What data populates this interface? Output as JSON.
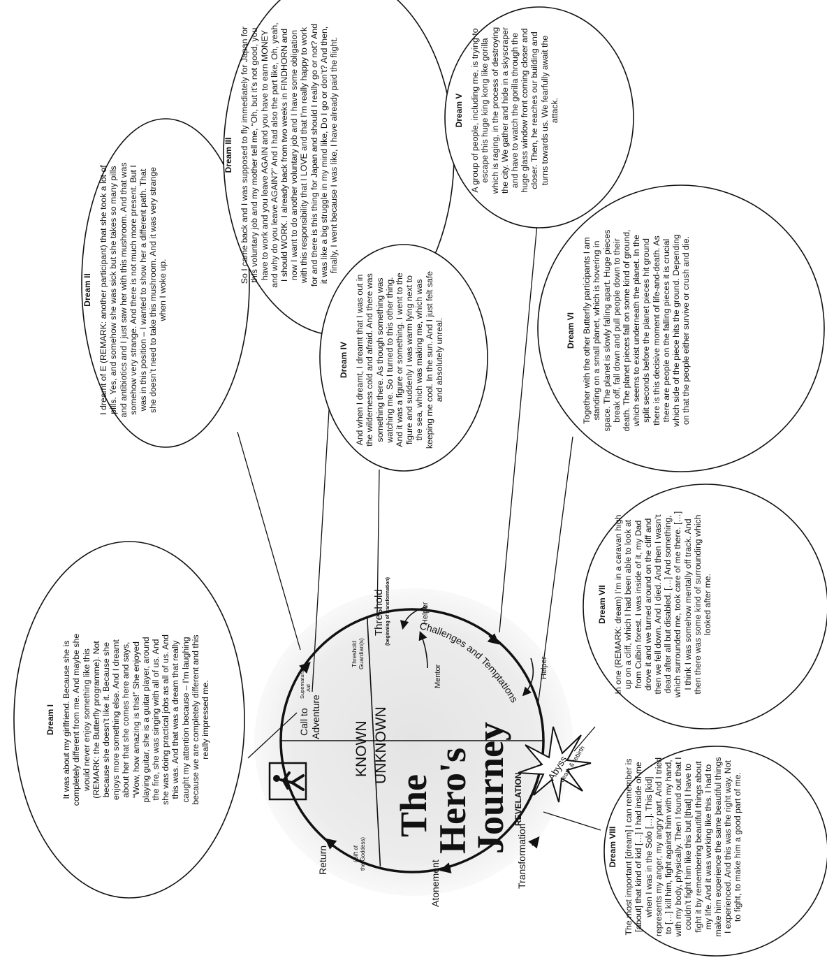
{
  "diagram": {
    "title_line1": "The",
    "title_line2": "Hero's",
    "title_line3": "Journey",
    "known": "KNOWN",
    "unknown": "UNKNOWN",
    "call_line1": "Call to",
    "call_line2": "Adventure",
    "aid_line1": "Supernatural",
    "aid_line2": "Aid",
    "guardian_line1": "Threshold",
    "guardian_line2": "Guardian(s)",
    "threshold": "Threshold",
    "threshold_sub": "(beginning of transformation)",
    "challenges": "Challenges and Temptations",
    "helper1": "Helper",
    "helper2": "Helper",
    "mentor": "Mentor",
    "revelation": "REVELATION",
    "abyss": "Abyss",
    "abyss_sub": "death & rebirth",
    "transformation": "Transformation",
    "atonement": "Atonement",
    "return": "Return",
    "gift_line1": "(Gift of",
    "gift_line2": "the Goddess)"
  },
  "dreams": [
    {
      "title": "Dream I",
      "text": "It was about my girlfriend. Because she is completely different from me. And maybe she would never enjoy something like this (REMARK: the Butterfly programme). Not because she doesn’t like it. Because she enjoys more something else. And I dreamt about her that she comes here and says, “Wow, how amazing is this!” She enjoyed playing guitar, she is a guitar player, around the fire, she was singing with all of us. And she was doing practical jobs as all of us. And this was. And that was a dream that really caught my attention because – I’m laughing because we are completely different and this really impressed me."
    },
    {
      "title": "Dream II",
      "text": "I dreamt of E (REMARK: another participant) that she took a lot of pills. Yes, and somehow she was sick but she takes so many pills and antibiotics and I just saw her with this mushroom. And that was somehow very strange. And there is not much more present. But I was in this position – I wanted to show her a different path. That she doesn’t need to take this mushroom. And it was very strange when I woke up."
    },
    {
      "title": "Dream III",
      "text": "So I came back and I was supposed to fly immediately for Japan for this voluntary job and my mother tell me, “Oh, but it’s not good, you have to work and you leave AGAIN and you have to earn MONEY and why do you leave AGAIN?” And I had also the part like, Oh, yeah, I should WORK. I already back from two weeks in FINDHORN and now I want to do another voluntary job and I have some obligation with this responsibility that I LOVE and that I’m really happy to work for and there is this thing for Japan and should I really go or not? And it was like a big struggle in my mind like, Do I go or don’t? And then, finally, I went because I was like, I have already paid the flight."
    },
    {
      "title": "Dream IV",
      "text": "And when I dreamt, I dreamt that I was out in the wilderness cold and afraid. And there was something there. As though something was watching me. So I turned to this other thing. And it was a figure or something. I went to the figure and suddenly I was warm lying next to the sea, which was making me, which was keeping me cool. In the sun. And I just felt safe and absolutely unreal."
    },
    {
      "title": "Dream V",
      "text": "A group of people, including me, is trying to escape this huge king kong like gorilla which is raging, in the process of destroying the city. We gather and hide in a skyscraper and have to watch the gorilla through the huge glass window front coming closer and closer. Then, he reaches our building and turns towards us. We fearfully await the attack."
    },
    {
      "title": "Dream VI",
      "text": "Together with the other Butterfly participants I am standing on a small planet, which is hovering in space. The planet is slowly falling apart. Huge pieces break off, fall down and pull people down to their death. The planet pieces fall on some kind of ground, which seems to exist underneath the planet. In the split seconds before the planet pieces hit ground there is this decisive moment of life-and-death. As there are people on the falling pieces it is crucial which side of the piece hits the ground. Depending on that the people either survive or crush and die."
    },
    {
      "title": "Dream VII",
      "text": "In one (REMARK: dream) I’m in a caravan high up on a cliff, which I had been able to look at from Culbin forest. I was inside of it, my Dad drove it and we turned around on the cliff and then we fell down. And I died. And then I wasn’t dead after all but disabled. […] And something, which surrounded me, took care of me there. […] I think I was somehow mentally off track. And then there was some kind of surrounding which looked after me."
    },
    {
      "title": "Dream VIII",
      "text": "The most important [dream] I can remember is [about] that kind of kid […] I had inside of me when I was in the Solo […]. This [kid] represents my anger, my angry part. And I tried to […] kill him, fight against him with my hand, with my body, physically. Then I found out that I couldn’t fight him like this but [that] I have to fight it by remembering beautiful things about my life. And it was working like this. I had to make him experience the same beautiful things I experienced. And this was the right way. Not to fight, to make him a good part of me."
    }
  ]
}
